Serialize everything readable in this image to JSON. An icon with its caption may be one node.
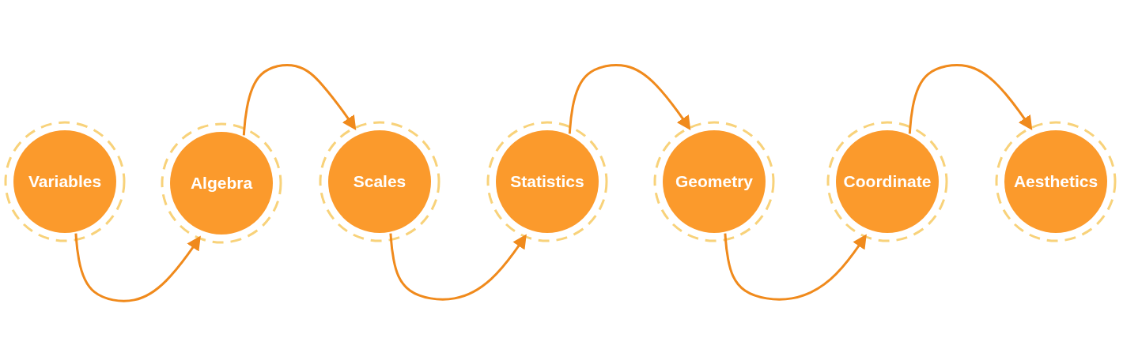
{
  "diagram": {
    "nodes": [
      {
        "text": [
          "Variables"
        ]
      },
      {
        "text": [
          "Algebra"
        ]
      },
      {
        "text": [
          "Scales"
        ]
      },
      {
        "text": [
          "Statistics"
        ]
      },
      {
        "text": [
          "Geometry"
        ]
      },
      {
        "text": [
          "Coordinate"
        ]
      },
      {
        "text": [
          "Aesthetics"
        ]
      }
    ],
    "edges": [
      {
        "from": 0,
        "to": 1,
        "arrow": "to"
      },
      {
        "from": 1,
        "to": 2,
        "arrow": "to"
      },
      {
        "from": 2,
        "to": 3,
        "arrow": "to"
      },
      {
        "from": 3,
        "to": 4,
        "arrow": "to"
      },
      {
        "from": 4,
        "to": 5,
        "arrow": "to"
      },
      {
        "from": 5,
        "to": 6,
        "arrow": "to"
      }
    ]
  }
}
